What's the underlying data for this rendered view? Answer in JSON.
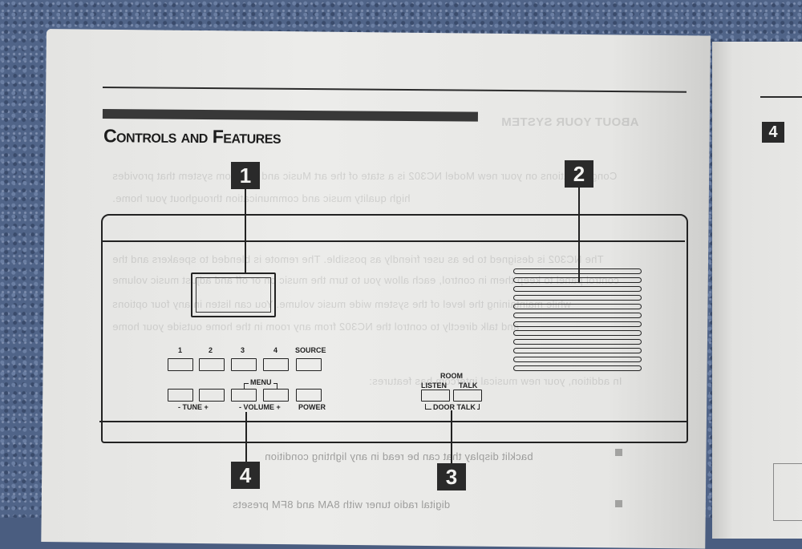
{
  "section_title": "Controls and Features",
  "callouts": [
    "1",
    "2",
    "3",
    "4"
  ],
  "right_page_number": "4",
  "device": {
    "top_buttons": [
      "1",
      "2",
      "3",
      "4",
      "SOURCE"
    ],
    "menu_label": "MENU",
    "tune_label": "- TUNE +",
    "volume_label": "- VOLUME +",
    "power_label": "POWER",
    "room_label": "ROOM",
    "listen_label": "LISTEN",
    "talk_label": "TALK",
    "door_talk_label": "DOOR TALK"
  },
  "ghost_text": {
    "heading": "ABOUT YOUR SYSTEM",
    "lines": [
      "Congratulations on your new Model NC302 is a state of the art Music and Intercom system that provides",
      "high quality music and communication throughout your home.",
      "The NC302 is designed to be as user friendly as possible. The remote is blended to speakers and the",
      "control panel to keep them in control, each allow you to turn the music on or off and adjust music volume",
      "while maintaining the level of the system wide music volume. You can listen in any four options",
      "and talk directly to control the NC302 from any room in the home outside your home",
      "In addition, your new musical intercom has features:"
    ],
    "bullets": [
      "backlit display that can be read in any lighting condition",
      "digital radio tuner with 8AM and 8FM presets"
    ]
  }
}
